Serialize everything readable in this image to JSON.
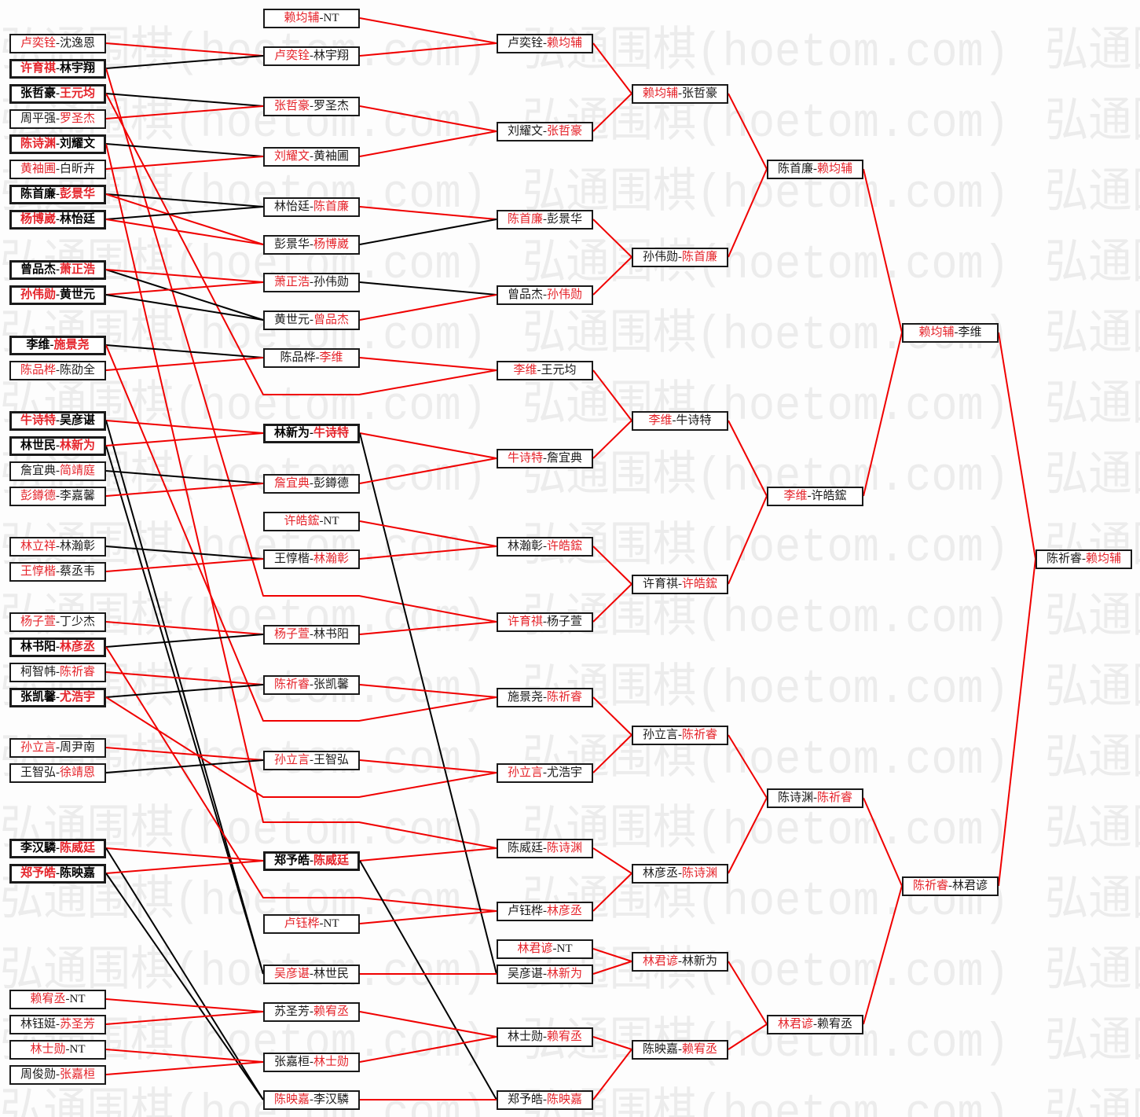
{
  "watermark": "弘通围棋(hoetom.com)",
  "separator": "-",
  "colors": {
    "text": "#1a1a1a",
    "winner_text": "#e5232a",
    "win_line": "#f00000",
    "loss_line": "#000000",
    "watermark": "#ececec"
  },
  "rounds": [
    {
      "matches": [
        {
          "players": [
            "卢奕铨",
            "沈逸恩"
          ],
          "winner": 0
        },
        {
          "players": [
            "许育祺",
            "林宇翔"
          ],
          "winner": 0,
          "seeded": true
        },
        {
          "players": [
            "张哲豪",
            "王元均"
          ],
          "winner": 1,
          "seeded": true
        },
        {
          "players": [
            "周平强",
            "罗圣杰"
          ],
          "winner": 1
        },
        {
          "players": [
            "陈诗渊",
            "刘耀文"
          ],
          "winner": 0,
          "seeded": true
        },
        {
          "players": [
            "黄袖圃",
            "白昕卉"
          ],
          "winner": 0
        },
        {
          "players": [
            "陈首廉",
            "彭景华"
          ],
          "winner": 1,
          "seeded": true
        },
        {
          "players": [
            "杨博崴",
            "林怡廷"
          ],
          "winner": 0,
          "seeded": true
        },
        {
          "players": [
            "曾品杰",
            "萧正浩"
          ],
          "winner": 1,
          "seeded": true
        },
        {
          "players": [
            "孙伟勋",
            "黄世元"
          ],
          "winner": 0,
          "seeded": true
        },
        {
          "players": [
            "李维",
            "施景尧"
          ],
          "winner": 1,
          "seeded": true
        },
        {
          "players": [
            "陈品桦",
            "陈劭全"
          ],
          "winner": 0
        },
        {
          "players": [
            "牛诗特",
            "吴彦谌"
          ],
          "winner": 0,
          "seeded": true
        },
        {
          "players": [
            "林世民",
            "林新为"
          ],
          "winner": 1,
          "seeded": true
        },
        {
          "players": [
            "詹宜典",
            "简靖庭"
          ],
          "winner": 1
        },
        {
          "players": [
            "彭鐏德",
            "李嘉馨"
          ],
          "winner": 0
        },
        {
          "players": [
            "林立祥",
            "林瀚彰"
          ],
          "winner": 0
        },
        {
          "players": [
            "王惇楷",
            "蔡丞韦"
          ],
          "winner": 0
        },
        {
          "players": [
            "杨子萱",
            "丁少杰"
          ],
          "winner": 0
        },
        {
          "players": [
            "林书阳",
            "林彦丞"
          ],
          "winner": 1,
          "seeded": true
        },
        {
          "players": [
            "柯智帏",
            "陈祈睿"
          ],
          "winner": 1
        },
        {
          "players": [
            "张凯馨",
            "尤浩宇"
          ],
          "winner": 1,
          "seeded": true
        },
        {
          "players": [
            "孙立言",
            "周尹南"
          ],
          "winner": 0
        },
        {
          "players": [
            "王智弘",
            "徐靖恩"
          ],
          "winner": 1
        },
        {
          "players": [
            "李汉驎",
            "陈威廷"
          ],
          "winner": 1,
          "seeded": true
        },
        {
          "players": [
            "郑予皓",
            "陈映嘉"
          ],
          "winner": 0,
          "seeded": true
        },
        {
          "players": [
            "赖宥丞",
            "NT"
          ],
          "winner": 0
        },
        {
          "players": [
            "林钰娗",
            "苏圣芳"
          ],
          "winner": 1
        },
        {
          "players": [
            "林士勋",
            "NT"
          ],
          "winner": 0
        },
        {
          "players": [
            "周俊勋",
            "张嘉桓"
          ],
          "winner": 1
        }
      ]
    },
    {
      "matches": [
        {
          "players": [
            "赖均辅",
            "NT"
          ],
          "winner": 0
        },
        {
          "players": [
            "卢奕铨",
            "林宇翔"
          ],
          "winner": 0
        },
        {
          "players": [
            "张哲豪",
            "罗圣杰"
          ],
          "winner": 0
        },
        {
          "players": [
            "刘耀文",
            "黄袖圃"
          ],
          "winner": 0
        },
        {
          "players": [
            "林怡廷",
            "陈首廉"
          ],
          "winner": 1
        },
        {
          "players": [
            "彭景华",
            "杨博崴"
          ],
          "winner": 1
        },
        {
          "players": [
            "萧正浩",
            "孙伟勋"
          ],
          "winner": 0
        },
        {
          "players": [
            "黄世元",
            "曾品杰"
          ],
          "winner": 1
        },
        {
          "players": [
            "陈品桦",
            "李维"
          ],
          "winner": 1
        },
        {
          "players": [
            "林新为",
            "牛诗特"
          ],
          "winner": 1,
          "seeded": true
        },
        {
          "players": [
            "詹宜典",
            "彭鐏德"
          ],
          "winner": 0
        },
        {
          "players": [
            "许皓鋐",
            "NT"
          ],
          "winner": 0
        },
        {
          "players": [
            "王惇楷",
            "林瀚彰"
          ],
          "winner": 1
        },
        {
          "players": [
            "杨子萱",
            "林书阳"
          ],
          "winner": 0
        },
        {
          "players": [
            "陈祈睿",
            "张凯馨"
          ],
          "winner": 0
        },
        {
          "players": [
            "孙立言",
            "王智弘"
          ],
          "winner": 0
        },
        {
          "players": [
            "郑予皓",
            "陈威廷"
          ],
          "winner": 1,
          "seeded": true
        },
        {
          "players": [
            "卢钰桦",
            "NT"
          ],
          "winner": 0
        },
        {
          "players": [
            "吴彦谌",
            "林世民"
          ],
          "winner": 0
        },
        {
          "players": [
            "苏圣芳",
            "赖宥丞"
          ],
          "winner": 1
        },
        {
          "players": [
            "张嘉桓",
            "林士勋"
          ],
          "winner": 1
        },
        {
          "players": [
            "陈映嘉",
            "李汉驎"
          ],
          "winner": 0
        }
      ]
    },
    {
      "matches": [
        {
          "players": [
            "卢奕铨",
            "赖均辅"
          ],
          "winner": 1
        },
        {
          "players": [
            "刘耀文",
            "张哲豪"
          ],
          "winner": 1
        },
        {
          "players": [
            "陈首廉",
            "彭景华"
          ],
          "winner": 0
        },
        {
          "players": [
            "曾品杰",
            "孙伟勋"
          ],
          "winner": 1
        },
        {
          "players": [
            "李维",
            "王元均"
          ],
          "winner": 0
        },
        {
          "players": [
            "牛诗特",
            "詹宜典"
          ],
          "winner": 0
        },
        {
          "players": [
            "林瀚彰",
            "许皓鋐"
          ],
          "winner": 1
        },
        {
          "players": [
            "许育祺",
            "杨子萱"
          ],
          "winner": 0
        },
        {
          "players": [
            "施景尧",
            "陈祈睿"
          ],
          "winner": 1
        },
        {
          "players": [
            "孙立言",
            "尤浩宇"
          ],
          "winner": 0
        },
        {
          "players": [
            "陈威廷",
            "陈诗渊"
          ],
          "winner": 1
        },
        {
          "players": [
            "卢钰桦",
            "林彦丞"
          ],
          "winner": 1
        },
        {
          "players": [
            "林君谚",
            "NT"
          ],
          "winner": 0
        },
        {
          "players": [
            "吴彦谌",
            "林新为"
          ],
          "winner": 1
        },
        {
          "players": [
            "林士勋",
            "赖宥丞"
          ],
          "winner": 1
        },
        {
          "players": [
            "郑予皓",
            "陈映嘉"
          ],
          "winner": 1
        }
      ]
    },
    {
      "matches": [
        {
          "players": [
            "赖均辅",
            "张哲豪"
          ],
          "winner": 0
        },
        {
          "players": [
            "孙伟勋",
            "陈首廉"
          ],
          "winner": 1
        },
        {
          "players": [
            "李维",
            "牛诗特"
          ],
          "winner": 0
        },
        {
          "players": [
            "许育祺",
            "许皓鋐"
          ],
          "winner": 1
        },
        {
          "players": [
            "孙立言",
            "陈祈睿"
          ],
          "winner": 1
        },
        {
          "players": [
            "林彦丞",
            "陈诗渊"
          ],
          "winner": 1
        },
        {
          "players": [
            "林君谚",
            "林新为"
          ],
          "winner": 0
        },
        {
          "players": [
            "陈映嘉",
            "赖宥丞"
          ],
          "winner": 1
        }
      ]
    },
    {
      "matches": [
        {
          "players": [
            "陈首廉",
            "赖均辅"
          ],
          "winner": 1
        },
        {
          "players": [
            "李维",
            "许皓鋐"
          ],
          "winner": 0
        },
        {
          "players": [
            "陈诗渊",
            "陈祈睿"
          ],
          "winner": 1
        },
        {
          "players": [
            "林君谚",
            "赖宥丞"
          ],
          "winner": 0
        }
      ]
    },
    {
      "matches": [
        {
          "players": [
            "赖均辅",
            "李维"
          ],
          "winner": 0
        },
        {
          "players": [
            "陈祈睿",
            "林君谚"
          ],
          "winner": 0
        }
      ]
    },
    {
      "matches": [
        {
          "players": [
            "陈祈睿",
            "赖均辅"
          ],
          "winner": 1
        }
      ]
    }
  ]
}
